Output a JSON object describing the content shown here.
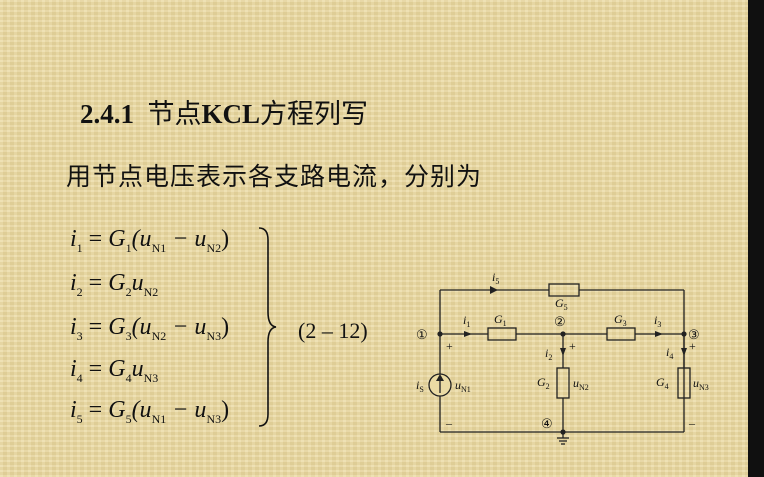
{
  "heading": {
    "number": "2.4.1",
    "title_cn1": "节点",
    "title_kcl": "KCL",
    "title_cn2": "方程列写"
  },
  "intro": "用节点电压表示各支路电流，分别为",
  "equations": [
    {
      "lhs": "i",
      "lhs_sub": "1",
      "rhs": "G",
      "rhs_sub": "1",
      "body_a": "(u",
      "sa": "N1",
      "op": " − u",
      "sb": "N2",
      "close": ")"
    },
    {
      "lhs": "i",
      "lhs_sub": "2",
      "rhs": "G",
      "rhs_sub": "2",
      "body_a": "u",
      "sa": "N2",
      "op": "",
      "sb": "",
      "close": ""
    },
    {
      "lhs": "i",
      "lhs_sub": "3",
      "rhs": "G",
      "rhs_sub": "3",
      "body_a": "(u",
      "sa": "N2",
      "op": " − u",
      "sb": "N3",
      "close": ")"
    },
    {
      "lhs": "i",
      "lhs_sub": "4",
      "rhs": "G",
      "rhs_sub": "4",
      "body_a": "u",
      "sa": "N3",
      "op": "",
      "sb": "",
      "close": ""
    },
    {
      "lhs": "i",
      "lhs_sub": "5",
      "rhs": "G",
      "rhs_sub": "5",
      "body_a": "(u",
      "sa": "N1",
      "op": " − u",
      "sb": "N3",
      "close": ")"
    }
  ],
  "equation_number": "(2 – 12)",
  "circuit": {
    "node1": "①",
    "node2": "②",
    "node3": "③",
    "node4": "④",
    "i1": "i",
    "i1_sub": "1",
    "i2": "i",
    "i2_sub": "2",
    "i3": "i",
    "i3_sub": "3",
    "i4": "i",
    "i4_sub": "4",
    "i5": "i",
    "i5_sub": "5",
    "iS": "i",
    "iS_sub": "S",
    "G1": "G",
    "G1_sub": "1",
    "G2": "G",
    "G2_sub": "2",
    "G3": "G",
    "G3_sub": "3",
    "G4": "G",
    "G4_sub": "4",
    "G5": "G",
    "G5_sub": "5",
    "uN1": "u",
    "uN1_sub": "N1",
    "uN2": "u",
    "uN2_sub": "N2",
    "uN3": "u",
    "uN3_sub": "N3",
    "plus": "+",
    "minus": "–"
  }
}
